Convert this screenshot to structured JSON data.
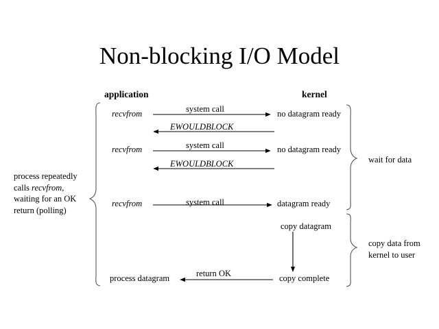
{
  "slide": {
    "title": "Non-blocking I/O Model",
    "background": "#ffffff",
    "ink": "#000000"
  },
  "columns": {
    "application": "application",
    "kernel": "kernel"
  },
  "flow": {
    "calls": [
      {
        "label": "recvfrom",
        "caption": "system  call",
        "state": "no datagram  ready"
      },
      {
        "label": "recvfrom",
        "caption": "system  call",
        "state": "no datagram  ready"
      },
      {
        "label": "recvfrom",
        "caption": "system  call",
        "state": "datagram  ready"
      }
    ],
    "errors": [
      {
        "caption": "EWOULDBLOCK"
      },
      {
        "caption": "EWOULDBLOCK"
      }
    ],
    "copy": {
      "start_label": "copy datagram",
      "end_label": "copy  complete",
      "return_caption": "return OK",
      "process_label": "process  datagram"
    }
  },
  "annotations": {
    "left": {
      "line1": "process repeatedly",
      "line2_pre": "calls ",
      "line2_italic": "recvfrom",
      "line2_post": ",",
      "line3": "waiting for an OK",
      "line4": "return (polling)"
    },
    "right_wait": "wait for data",
    "right_copy_line1": "copy data from",
    "right_copy_line2": "kernel to user"
  }
}
